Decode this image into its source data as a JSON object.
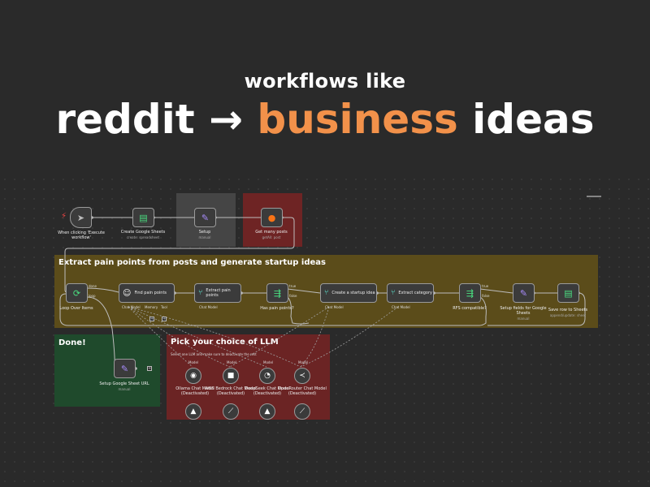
{
  "headline": {
    "sub": "workflows like",
    "main_pre": "reddit → ",
    "main_accent": "business",
    "main_post": " ideas"
  },
  "groups": {
    "extract_title": "Extract pain points from posts and generate startup ideas",
    "done_title": "Done!",
    "llm_title": "Pick your choice of LLM",
    "llm_note": "Select one LLM and make sure to deactivate the rest"
  },
  "nodes": {
    "trigger": {
      "label": "When clicking 'Execute workflow'",
      "icon": "cursor-icon"
    },
    "create_sheet": {
      "label": "Create Google Sheets",
      "sub": "create: spreadsheet",
      "icon": "sheets-icon"
    },
    "setup": {
      "label": "Setup",
      "sub": "manual",
      "icon": "pencil-icon"
    },
    "get_posts": {
      "label": "Get many posts",
      "sub": "getAll: post",
      "icon": "reddit-icon"
    },
    "loop": {
      "label": "Loop Over Items",
      "icon": "loop-icon"
    },
    "find_pain": {
      "label": "Find pain points",
      "icon": "robot-icon"
    },
    "extract_pain": {
      "label": "Extract pain points",
      "icon": "split-icon"
    },
    "has_pain": {
      "label": "Has pain points?",
      "icon": "if-icon"
    },
    "create_idea": {
      "label": "Create a startup idea",
      "icon": "split-icon"
    },
    "extract_cat": {
      "label": "Extract category",
      "icon": "split-icon"
    },
    "rfs": {
      "label": "RFS compatible?",
      "icon": "if-icon"
    },
    "setup_fields": {
      "label": "Setup fields for Google Sheets",
      "sub": "manual",
      "icon": "pencil-icon"
    },
    "save_row": {
      "label": "Save row to Sheets",
      "sub": "append/update: sheet",
      "icon": "sheets-icon"
    },
    "setup_url": {
      "label": "Setup Google Sheet URL",
      "sub": "manual",
      "icon": "pencil-icon"
    },
    "ollama": {
      "label": "Ollama Chat Model (Deactivated)",
      "tag": "Model"
    },
    "bedrock": {
      "label": "AWS Bedrock Chat Model (Deactivated)",
      "tag": "Model"
    },
    "deepseek": {
      "label": "DeepSeek Chat Model (Deactivated)",
      "tag": "Model"
    },
    "openrouter": {
      "label": "OpenRouter Chat Model (Deactivated)",
      "tag": "Model"
    }
  },
  "loop_outputs": {
    "done": "done",
    "loop": "loop"
  },
  "branch_labels": {
    "true": "true",
    "false": "false"
  },
  "find_pain_ports": [
    "Chat Model",
    "Memory",
    "Tool"
  ],
  "colors": {
    "background": "#2a2a2a",
    "accent": "#f2914a",
    "extract_group": "#5b4c1a",
    "done_group": "#1f4a2c",
    "llm_group": "#6b2424",
    "setup_group": "#454545",
    "get_group": "#6e2424"
  }
}
